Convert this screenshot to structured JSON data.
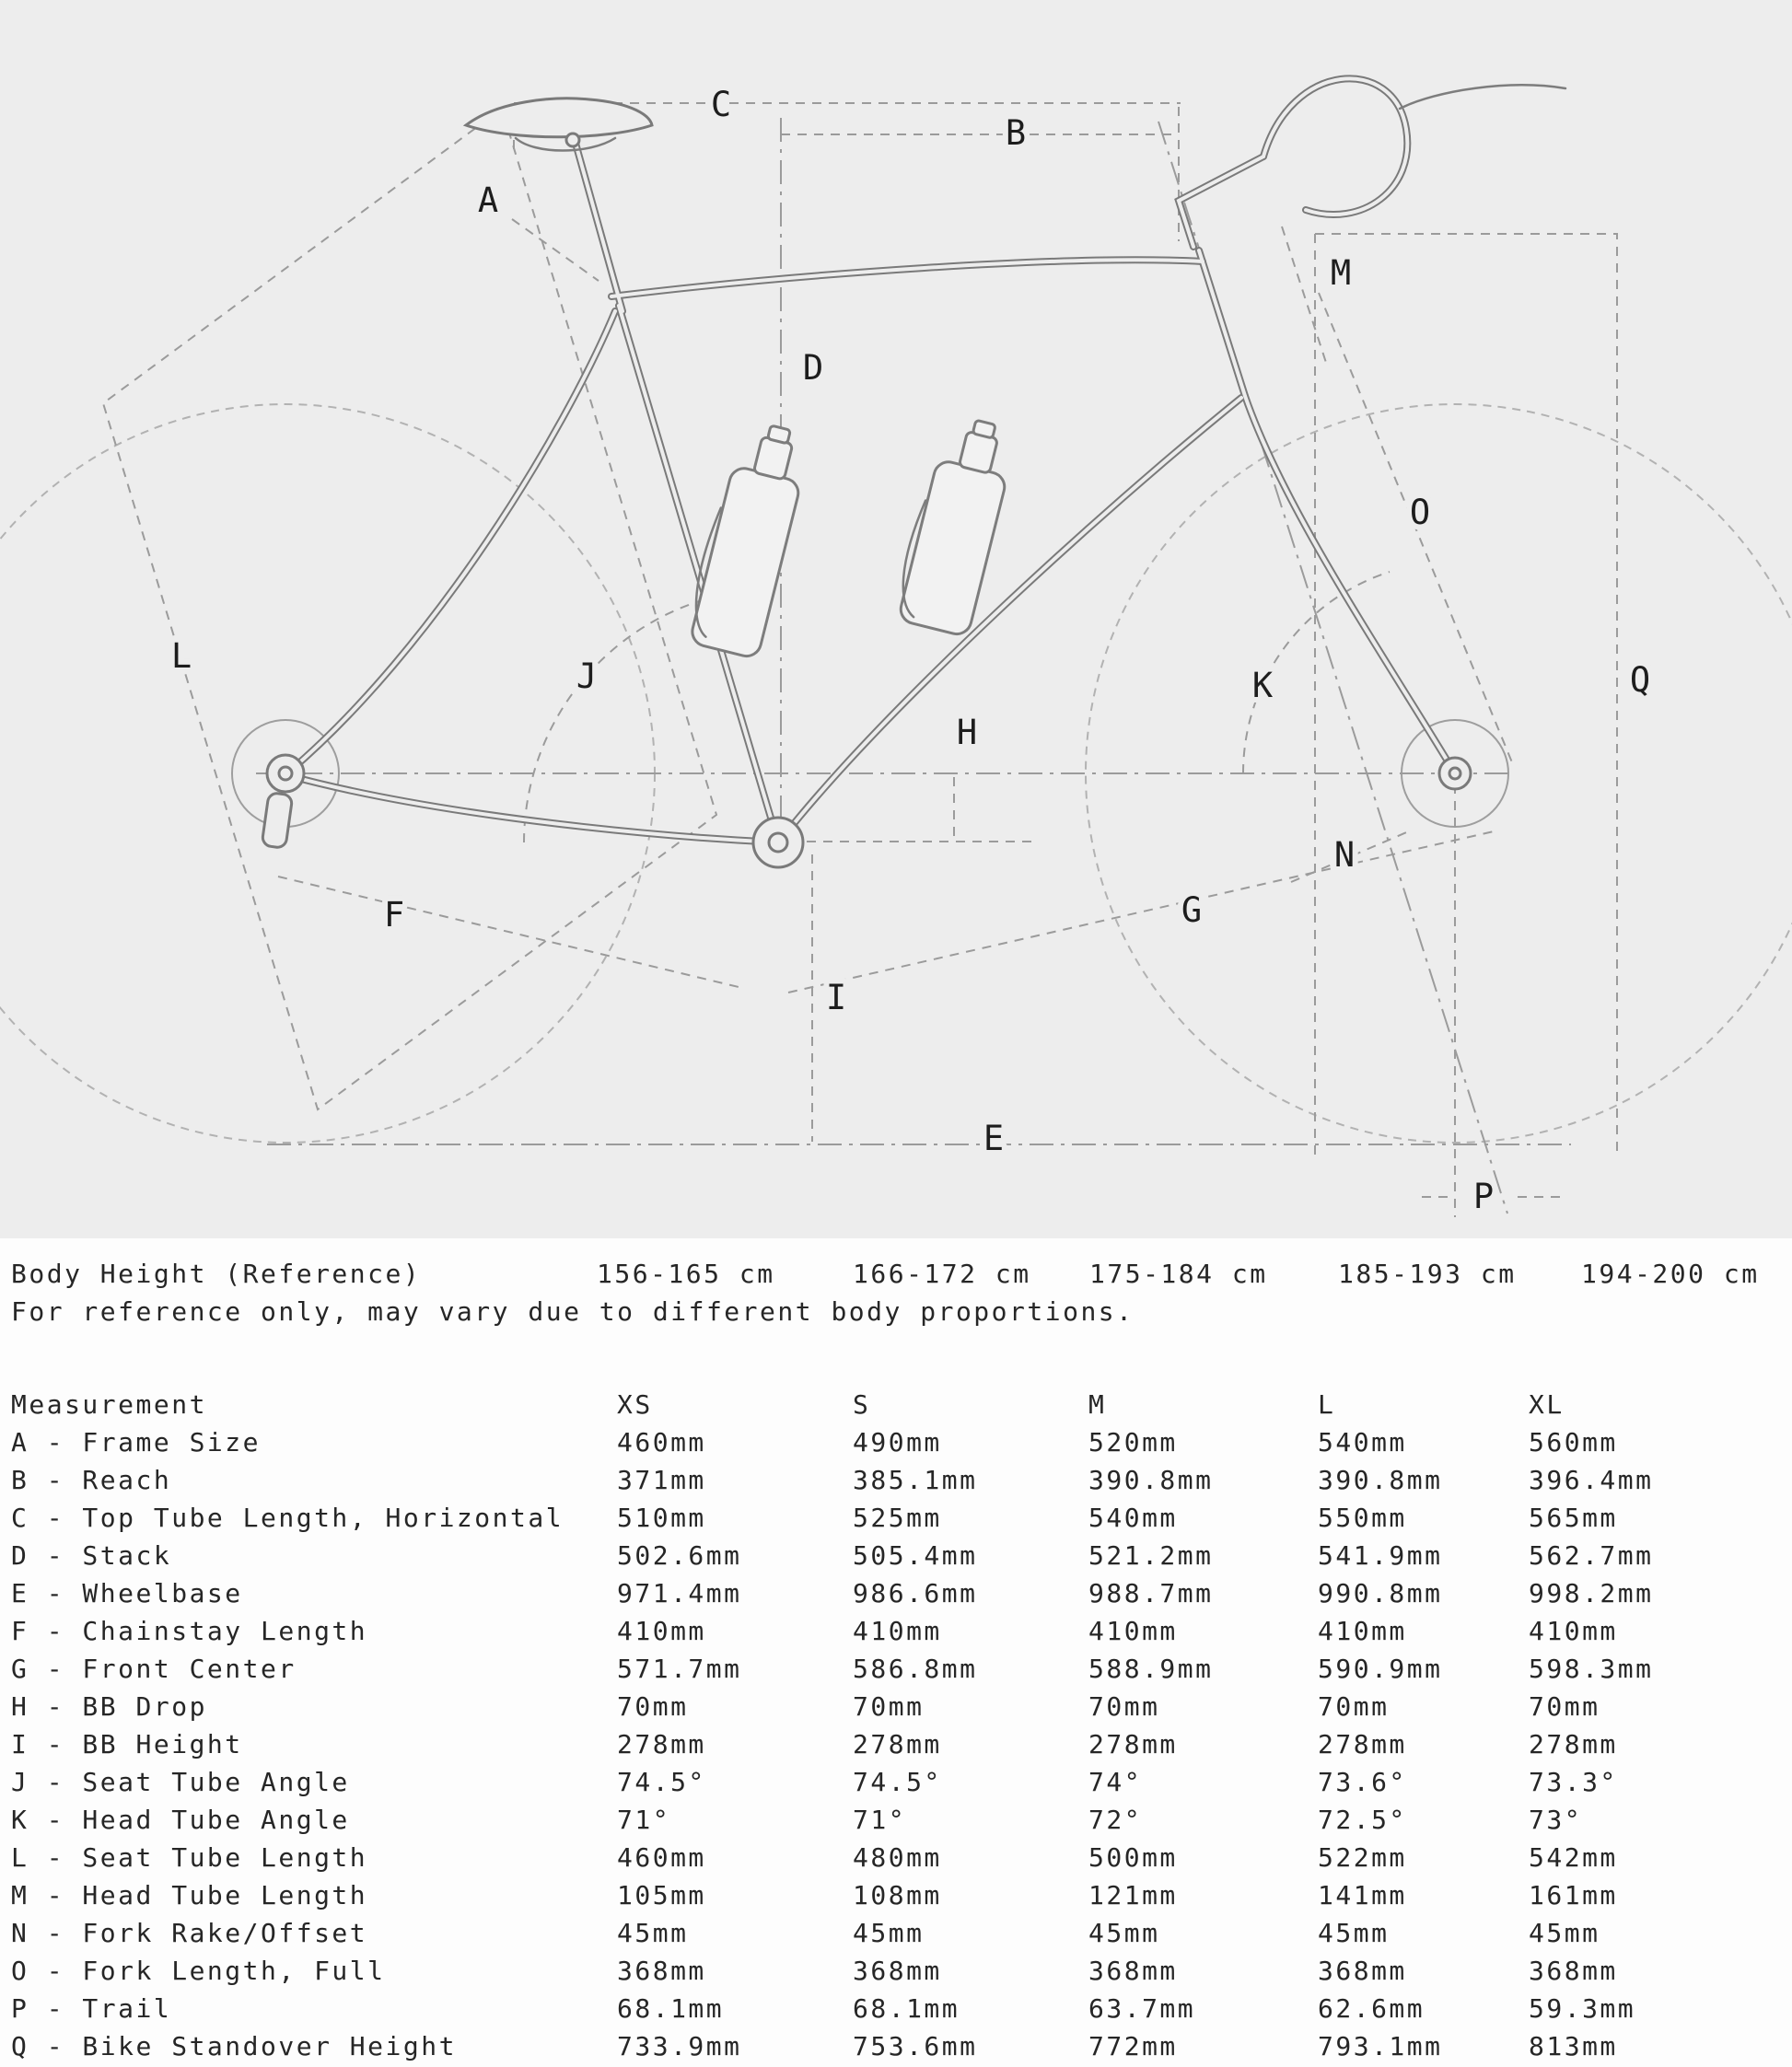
{
  "diagram": {
    "background": "#ededed",
    "frame_line_color": "#7a7a7a",
    "dimension_line_color": "#9b9b9b",
    "label_color": "#1d1d1d",
    "labels": {
      "a": "A",
      "b": "B",
      "c": "C",
      "d": "D",
      "e": "E",
      "f": "F",
      "g": "G",
      "h": "H",
      "i": "I",
      "j": "J",
      "k": "K",
      "l": "L",
      "m": "M",
      "n": "N",
      "o": "O",
      "p": "P",
      "q": "Q"
    }
  },
  "body_height": {
    "label": "Body Height (Reference)",
    "values": [
      "156-165 cm",
      "166-172 cm",
      "175-184 cm",
      "185-193 cm",
      "194-200 cm"
    ],
    "note": "For reference only, may vary due to different body proportions."
  },
  "table": {
    "columns": [
      "Measurement",
      "XS",
      "S",
      "M",
      "L",
      "XL"
    ],
    "rows": [
      {
        "label": "A - Frame Size",
        "values": [
          "460mm",
          "490mm",
          "520mm",
          "540mm",
          "560mm"
        ]
      },
      {
        "label": "B - Reach",
        "values": [
          "371mm",
          "385.1mm",
          "390.8mm",
          "390.8mm",
          "396.4mm"
        ]
      },
      {
        "label": "C - Top Tube Length, Horizontal",
        "values": [
          "510mm",
          "525mm",
          "540mm",
          "550mm",
          "565mm"
        ]
      },
      {
        "label": "D - Stack",
        "values": [
          "502.6mm",
          "505.4mm",
          "521.2mm",
          "541.9mm",
          "562.7mm"
        ]
      },
      {
        "label": "E - Wheelbase",
        "values": [
          "971.4mm",
          "986.6mm",
          "988.7mm",
          "990.8mm",
          "998.2mm"
        ]
      },
      {
        "label": "F - Chainstay Length",
        "values": [
          "410mm",
          "410mm",
          "410mm",
          "410mm",
          "410mm"
        ]
      },
      {
        "label": "G - Front Center",
        "values": [
          "571.7mm",
          "586.8mm",
          "588.9mm",
          "590.9mm",
          "598.3mm"
        ]
      },
      {
        "label": "H - BB Drop",
        "values": [
          "70mm",
          "70mm",
          "70mm",
          "70mm",
          "70mm"
        ]
      },
      {
        "label": "I - BB Height",
        "values": [
          "278mm",
          "278mm",
          "278mm",
          "278mm",
          "278mm"
        ]
      },
      {
        "label": "J - Seat Tube Angle",
        "values": [
          "74.5°",
          "74.5°",
          "74°",
          "73.6°",
          "73.3°"
        ]
      },
      {
        "label": "K - Head Tube Angle",
        "values": [
          "71°",
          "71°",
          "72°",
          "72.5°",
          "73°"
        ]
      },
      {
        "label": "L - Seat Tube Length",
        "values": [
          "460mm",
          "480mm",
          "500mm",
          "522mm",
          "542mm"
        ]
      },
      {
        "label": "M - Head Tube Length",
        "values": [
          "105mm",
          "108mm",
          "121mm",
          "141mm",
          "161mm"
        ]
      },
      {
        "label": "N - Fork Rake/Offset",
        "values": [
          "45mm",
          "45mm",
          "45mm",
          "45mm",
          "45mm"
        ]
      },
      {
        "label": "O - Fork Length, Full",
        "values": [
          "368mm",
          "368mm",
          "368mm",
          "368mm",
          "368mm"
        ]
      },
      {
        "label": "P - Trail",
        "values": [
          "68.1mm",
          "68.1mm",
          "63.7mm",
          "62.6mm",
          "59.3mm"
        ]
      },
      {
        "label": "Q - Bike Standover Height",
        "values": [
          "733.9mm",
          "753.6mm",
          "772mm",
          "793.1mm",
          "813mm"
        ]
      }
    ]
  }
}
